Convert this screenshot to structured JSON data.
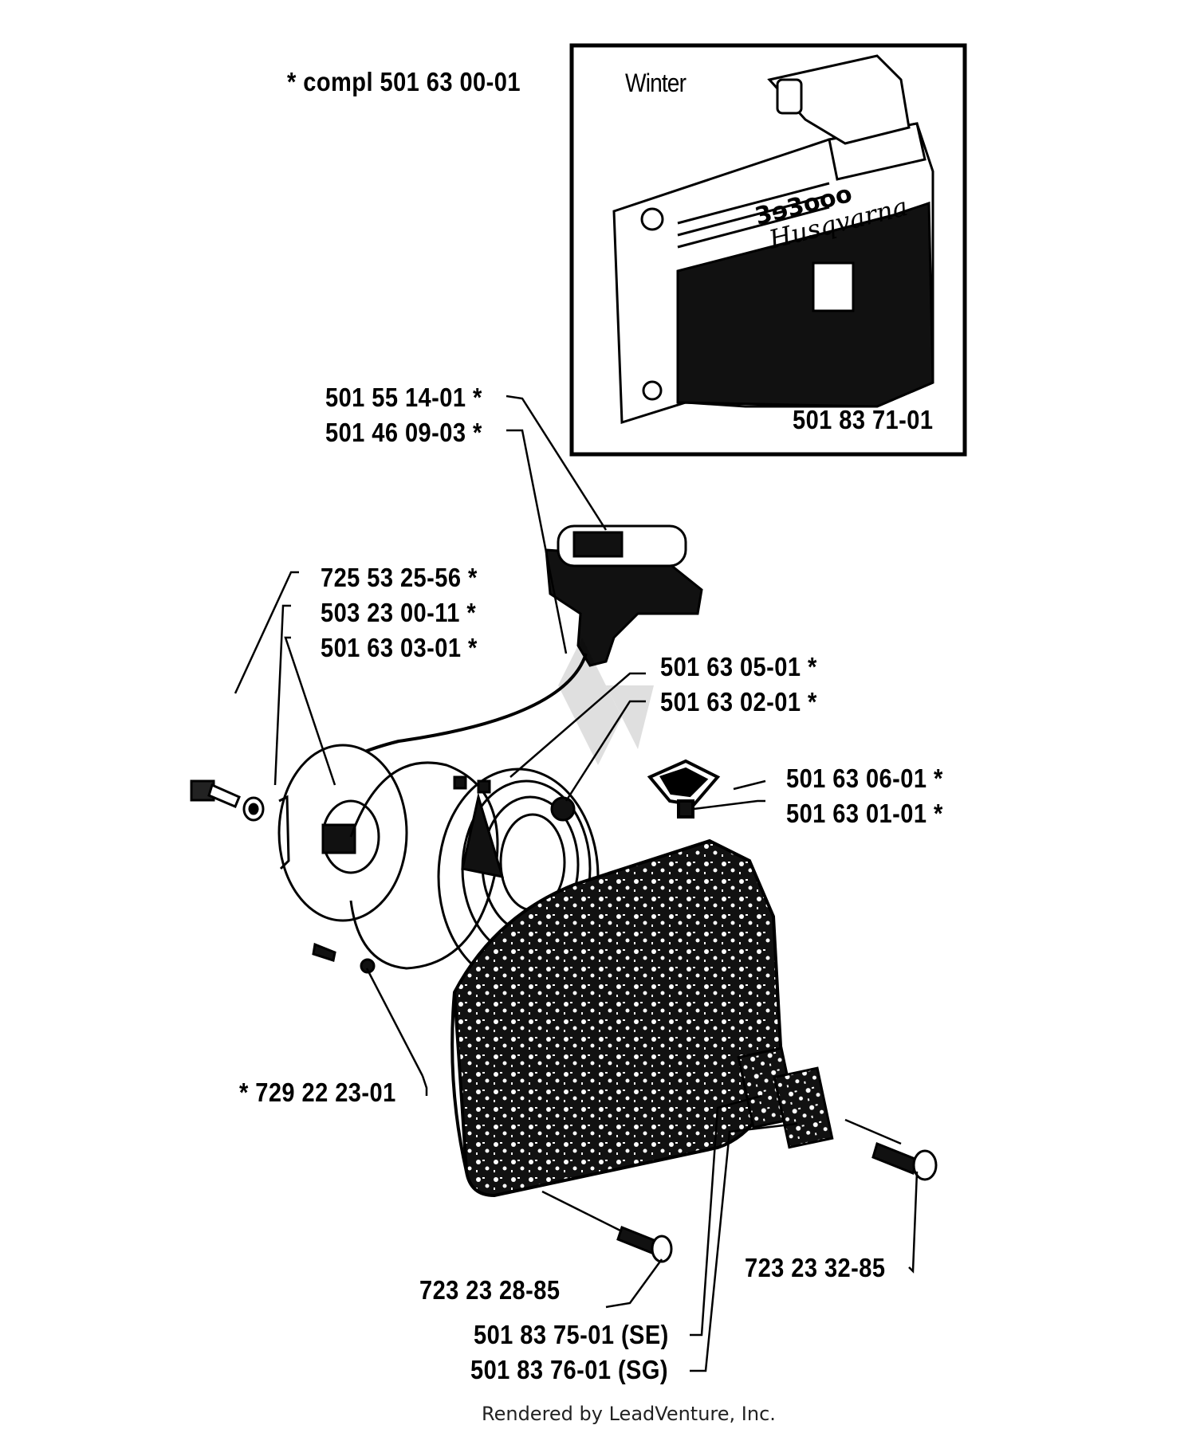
{
  "labels": {
    "compl": "*  compl 501 63 00-01",
    "winter": "Winter",
    "inset_part": "501 83 71-01",
    "handle_1": "501 55 14-01  *",
    "handle_2": "501 46 09-03  *",
    "pulley_1": "725 53 25-56  *",
    "pulley_2": "503 23 00-11  *",
    "pulley_3": "501 63 03-01  *",
    "spring_1": "501 63 05-01  *",
    "spring_2": "501 63 02-01  *",
    "cover_1": "501 63 06-01  *",
    "cover_2": "501 63 01-01  *",
    "screw_left": "*  729 22 23-01",
    "screw_bottom": "723 23 28-85",
    "screw_right": "723 23 32-85",
    "decal_se": "501 83 75-01 (SE)",
    "decal_sg": "501 83 76-01 (SG)"
  },
  "brand": {
    "model_text": "3ɘ3ooo",
    "brand_text": "Husqvarna"
  },
  "footer": "Rendered by LeadVenture, Inc."
}
